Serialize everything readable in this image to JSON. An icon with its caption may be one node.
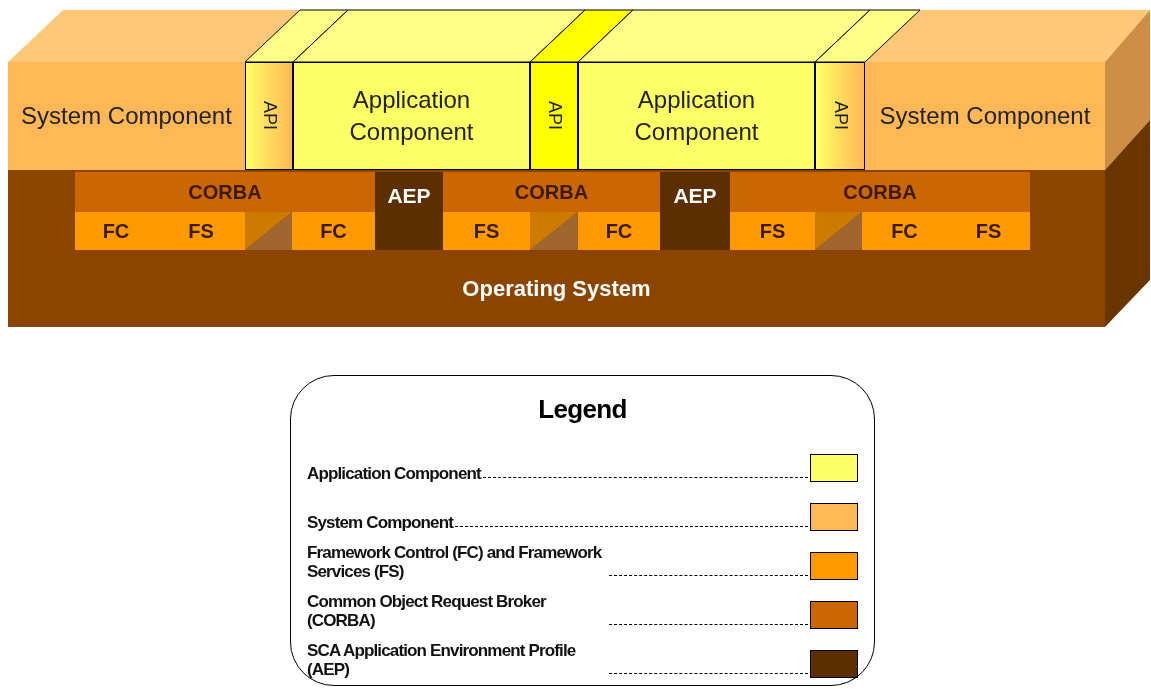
{
  "diagram": {
    "nodes": [
      {
        "text": [
          "System Component"
        ]
      },
      {
        "text": [
          "API"
        ]
      },
      {
        "text": [
          "Application Component"
        ]
      },
      {
        "text": [
          "API"
        ]
      },
      {
        "text": [
          "Application Component"
        ]
      },
      {
        "text": [
          "API"
        ]
      },
      {
        "text": [
          "System Component"
        ]
      },
      {
        "text": [
          "Operating System"
        ]
      },
      {
        "text": [
          "CORBA"
        ],
        "in": 7
      },
      {
        "text": [
          "AEP"
        ],
        "in": 7
      },
      {
        "text": [
          "CORBA"
        ],
        "in": 7
      },
      {
        "text": [
          "AEP"
        ],
        "in": 7
      },
      {
        "text": [
          "CORBA"
        ],
        "in": 7
      },
      {
        "text": [
          "FC"
        ],
        "in": 7
      },
      {
        "text": [
          "FS"
        ],
        "in": 7
      },
      {
        "text": [],
        "shape": "box",
        "in": 7
      },
      {
        "text": [
          "FC"
        ],
        "in": 7
      },
      {
        "text": [
          "FS"
        ],
        "in": 7
      },
      {
        "text": [],
        "shape": "box",
        "in": 7
      },
      {
        "text": [
          "FC"
        ],
        "in": 7
      },
      {
        "text": [
          "FS"
        ],
        "in": 7
      },
      {
        "text": [],
        "shape": "box",
        "in": 7
      },
      {
        "text": [
          "FC"
        ],
        "in": 7
      },
      {
        "text": [
          "FS"
        ],
        "in": 7
      }
    ],
    "labels": [
      "Legend"
    ],
    "legend": [
      {
        "text": "Application Component",
        "color": "#ffff66"
      },
      {
        "text": "System Component",
        "color": "#ffb855"
      },
      {
        "text": "Framework Control (FC) and Framework Services (FS)",
        "color": "#ff9900"
      },
      {
        "text": "Common Object Request Broker (CORBA)",
        "color": "#cc6600"
      },
      {
        "text": "SCA Application Environment Profile (AEP)",
        "color": "#5c2e00"
      }
    ]
  }
}
